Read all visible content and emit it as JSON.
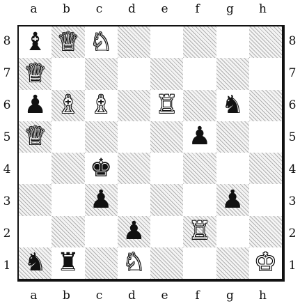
{
  "files": [
    "a",
    "b",
    "c",
    "d",
    "e",
    "f",
    "g",
    "h"
  ],
  "ranks": [
    "8",
    "7",
    "6",
    "5",
    "4",
    "3",
    "2",
    "1"
  ],
  "board": {
    "light_color": "#ffffff",
    "dark_color": "#d8d8d8",
    "pieces": [
      {
        "square": "a8",
        "color": "black",
        "type": "bishop",
        "glyph": "♝"
      },
      {
        "square": "b8",
        "color": "white",
        "type": "queen",
        "glyph": "♕"
      },
      {
        "square": "c8",
        "color": "white",
        "type": "knight",
        "glyph": "♘"
      },
      {
        "square": "a7",
        "color": "white",
        "type": "queen",
        "glyph": "♕"
      },
      {
        "square": "a6",
        "color": "black",
        "type": "pawn",
        "glyph": "♟"
      },
      {
        "square": "b6",
        "color": "white",
        "type": "bishop",
        "glyph": "♗"
      },
      {
        "square": "c6",
        "color": "white",
        "type": "bishop",
        "glyph": "♗"
      },
      {
        "square": "e6",
        "color": "white",
        "type": "rook",
        "glyph": "♖"
      },
      {
        "square": "g6",
        "color": "black",
        "type": "knight",
        "glyph": "♞"
      },
      {
        "square": "a5",
        "color": "white",
        "type": "queen",
        "glyph": "♕"
      },
      {
        "square": "f5",
        "color": "black",
        "type": "pawn",
        "glyph": "♟"
      },
      {
        "square": "c4",
        "color": "black",
        "type": "king",
        "glyph": "♚"
      },
      {
        "square": "c3",
        "color": "black",
        "type": "pawn",
        "glyph": "♟"
      },
      {
        "square": "g3",
        "color": "black",
        "type": "pawn",
        "glyph": "♟"
      },
      {
        "square": "d2",
        "color": "black",
        "type": "pawn",
        "glyph": "♟"
      },
      {
        "square": "f2",
        "color": "white",
        "type": "rook",
        "glyph": "♖"
      },
      {
        "square": "a1",
        "color": "black",
        "type": "knight",
        "glyph": "♞"
      },
      {
        "square": "b1",
        "color": "black",
        "type": "rook",
        "glyph": "♜"
      },
      {
        "square": "d1",
        "color": "white",
        "type": "knight",
        "glyph": "♘"
      },
      {
        "square": "h1",
        "color": "white",
        "type": "king",
        "glyph": "♔"
      }
    ]
  }
}
